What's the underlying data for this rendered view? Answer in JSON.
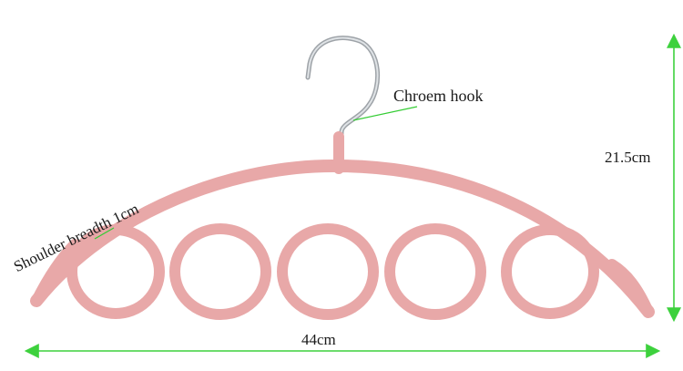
{
  "labels": {
    "hook": "Chroem hook",
    "shoulder": "Shoulder breadth 1cm",
    "height": "21.5cm",
    "width": "44cm"
  },
  "colors": {
    "hanger": "#e8a8a8",
    "hanger_edge": "#d99494",
    "hook_metal": "#b8bcc0",
    "arrows": "#3dd13d",
    "leader": "#33cc33"
  },
  "icons": {
    "hook": "metal-hook-icon",
    "hanger": "scarf-hanger-icon"
  }
}
